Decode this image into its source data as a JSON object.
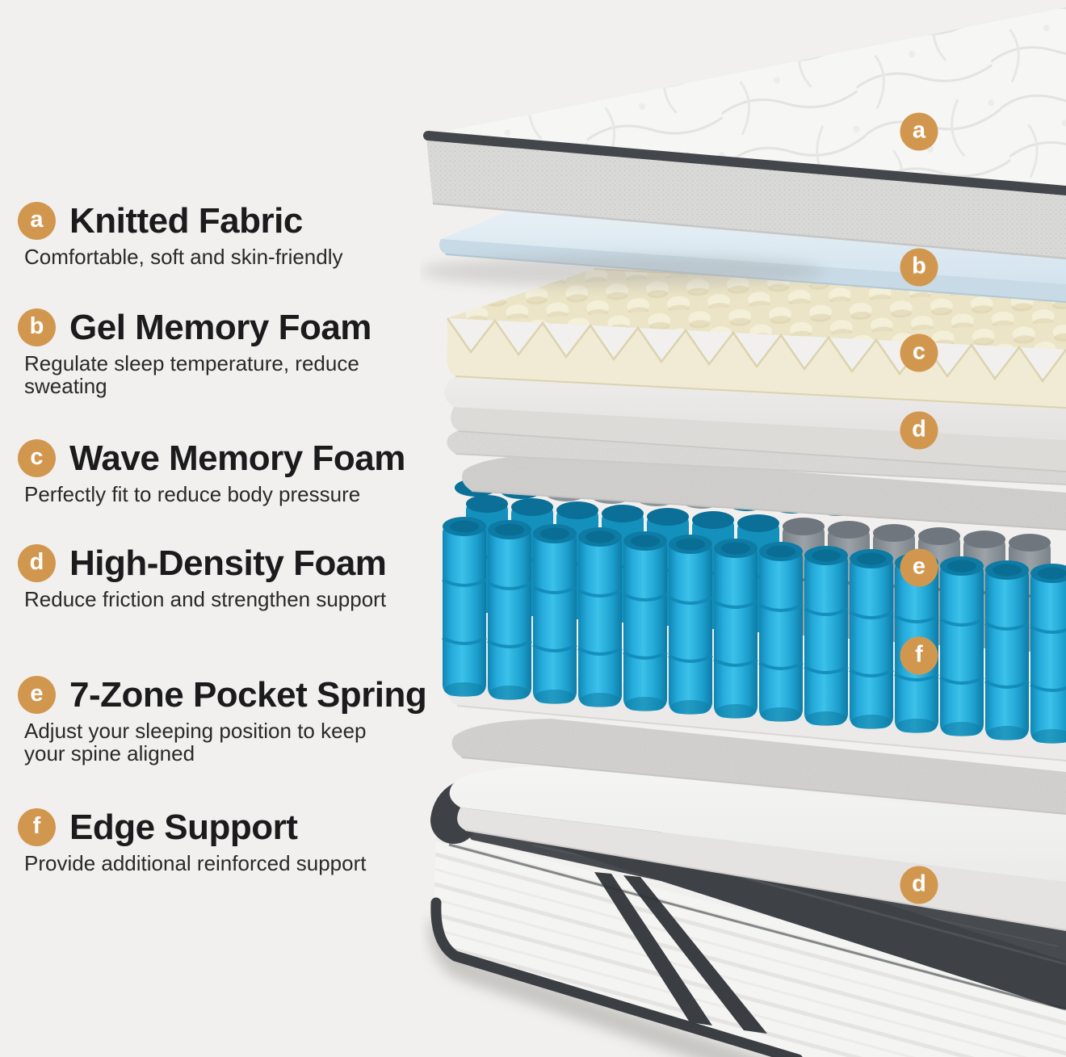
{
  "accent_color": "#d2974f",
  "background_color": "#f1f0ee",
  "sections": [
    {
      "letter": "a",
      "title": "Knitted Fabric",
      "description": "Comfortable, soft and skin-friendly"
    },
    {
      "letter": "b",
      "title": "Gel Memory Foam",
      "description": "Regulate sleep temperature, reduce sweating"
    },
    {
      "letter": "c",
      "title": "Wave Memory Foam",
      "description": "Perfectly fit to reduce body pressure"
    },
    {
      "letter": "d",
      "title": "High-Density Foam",
      "description": "Reduce friction and strengthen support"
    },
    {
      "letter": "e",
      "title": "7-Zone Pocket Spring",
      "description": "Adjust your sleeping position to keep your spine aligned"
    },
    {
      "letter": "f",
      "title": "Edge Support",
      "description": "Provide additional reinforced support"
    }
  ],
  "markers": [
    {
      "letter": "a"
    },
    {
      "letter": "b"
    },
    {
      "letter": "c"
    },
    {
      "letter": "d"
    },
    {
      "letter": "e"
    },
    {
      "letter": "f"
    },
    {
      "letter": "d"
    }
  ],
  "layer_colors": {
    "spring_blue": "#22aadb",
    "spring_cap": "#0d7ba4",
    "spring_grey": "#98a0a6",
    "gel_blue": "#d6e5ef",
    "wave_cream": "#f1ebd5",
    "foam_grey": "#e5e4e2",
    "edge_band_charcoal": "#3e4146"
  }
}
